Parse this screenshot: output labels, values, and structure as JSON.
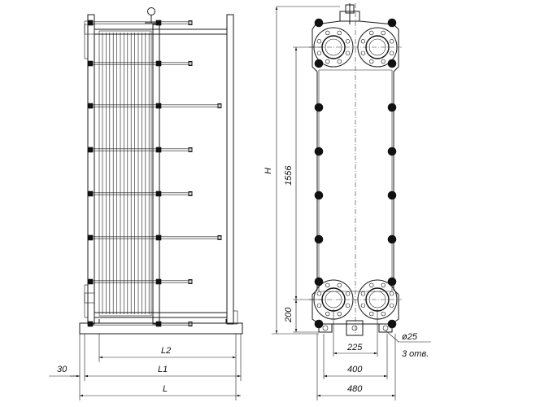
{
  "labels": {
    "l2": "L2",
    "l1": "L1",
    "l": "L",
    "gap": "30",
    "h": "H",
    "plate_height": "1556",
    "port_height": "200",
    "port_spacing": "225",
    "base_hole_spacing": "400",
    "base_width": "480",
    "hole_diameter": "ø25",
    "hole_count": "3 отв."
  }
}
